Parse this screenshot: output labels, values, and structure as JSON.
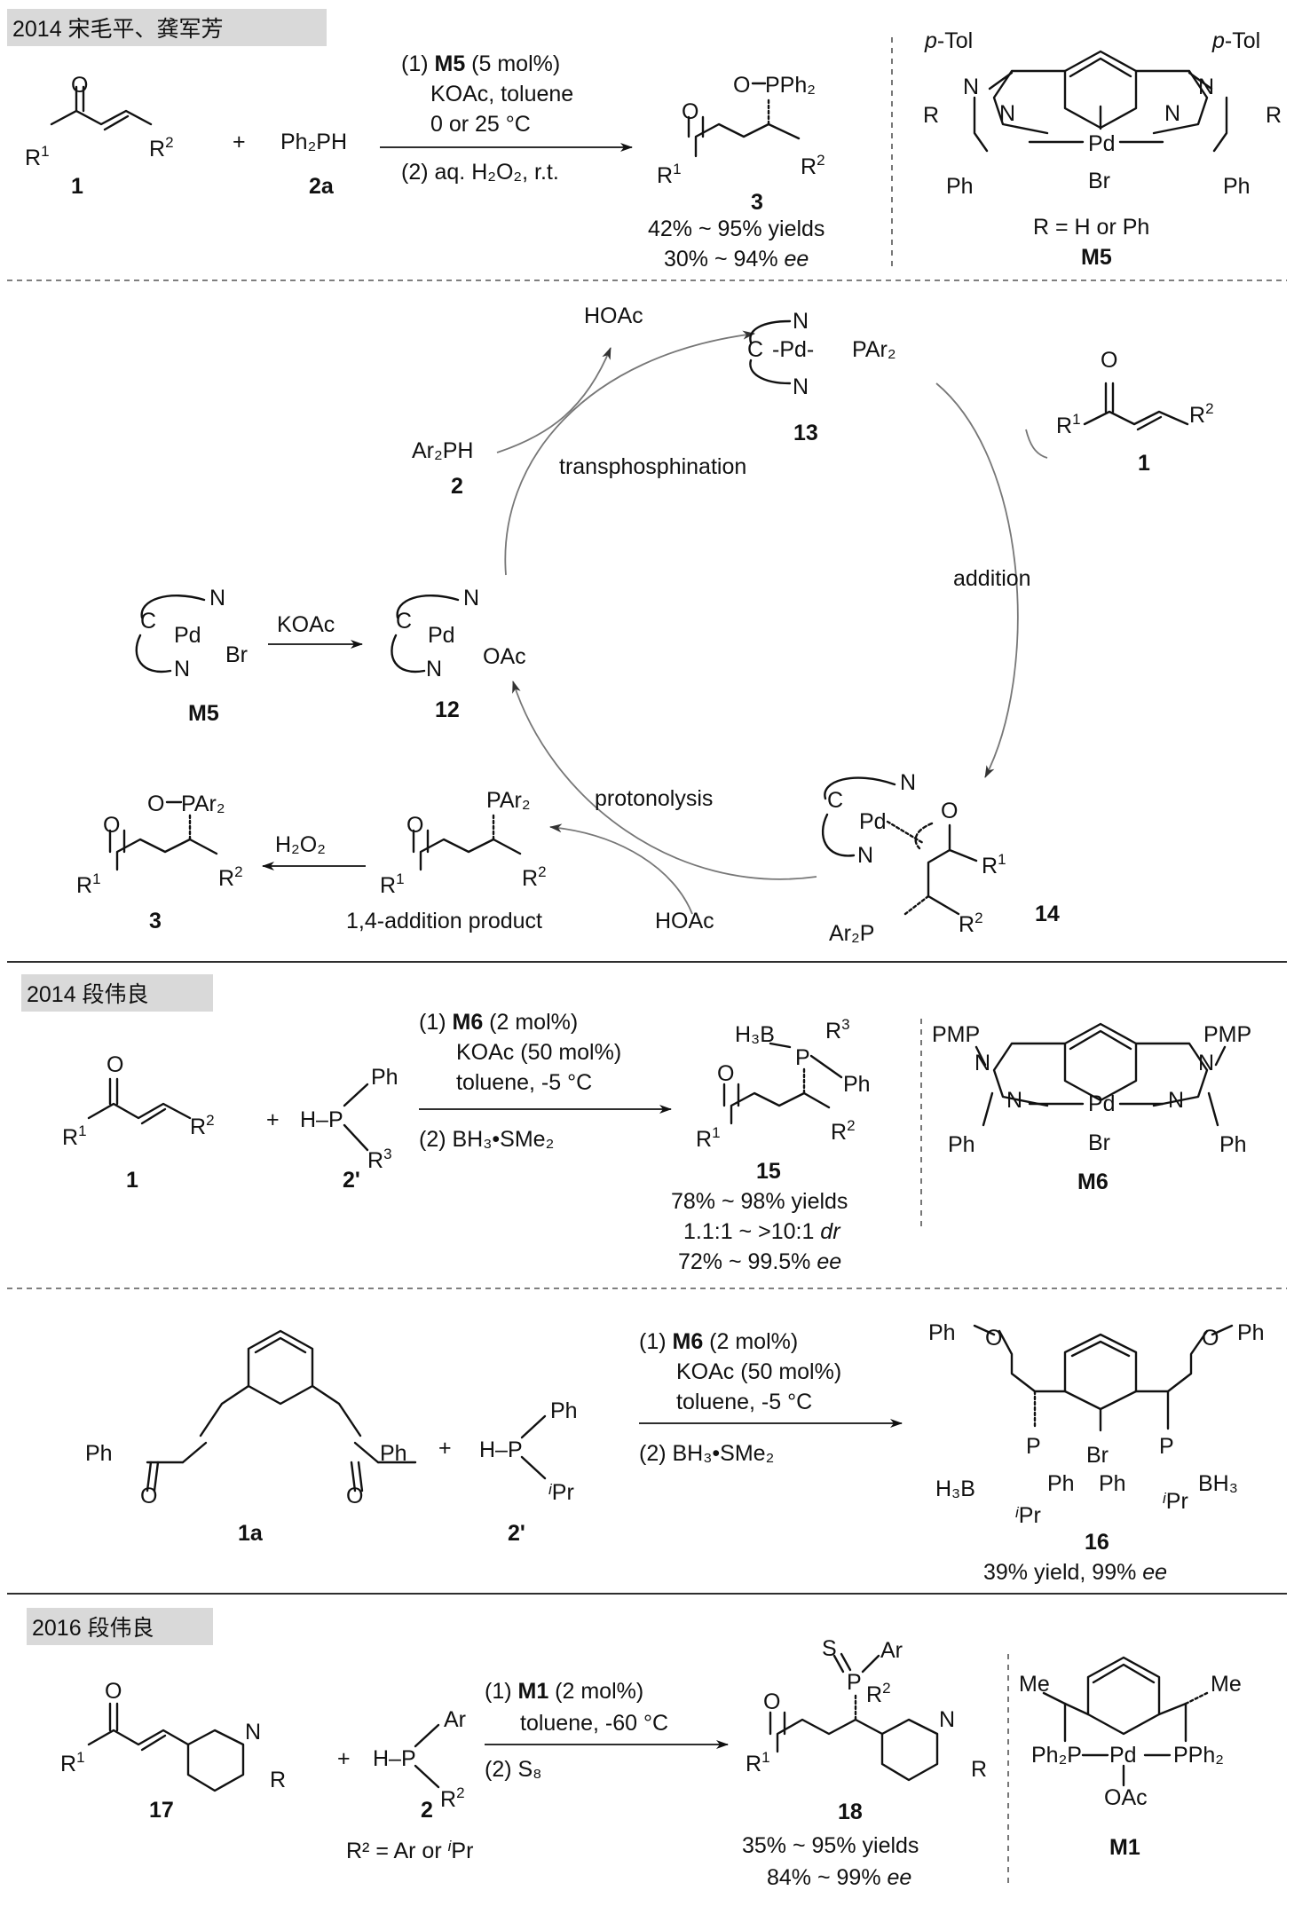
{
  "sections": [
    {
      "header": "2014 宋毛平、龚军芳"
    },
    {
      "header": "2014 段伟良"
    },
    {
      "header": "2016 段伟良"
    }
  ],
  "scheme1": {
    "label_1": "1",
    "label_2a": "2a",
    "label_3": "3",
    "reagent_2a": "Ph₂PH",
    "plus": "+",
    "cond_line1_pre": "(1) ",
    "cond_line1_bold": "M5",
    "cond_line1_post": " (5 mol%)",
    "cond_line2": "KOAc, toluene",
    "cond_line3": "0 or 25 °C",
    "cond_line4": "(2) aq. H₂O₂, r.t.",
    "product_group": "PPh₂",
    "yield": "42% ~ 95% yields",
    "ee_val": "30% ~ 94% ",
    "ee_unit": "ee",
    "cat_name": "M5",
    "cat_note": "R = H or Ph",
    "cat_ptol": "p-Tol",
    "cat_atoms": {
      "N": "N",
      "Pd": "Pd",
      "Br": "Br",
      "Ph": "Ph",
      "R": "R"
    }
  },
  "cycle": {
    "hoac_top": "HOAc",
    "int13": "13",
    "int12": "12",
    "int14": "14",
    "m5": "M5",
    "ar2ph": "Ar₂PH",
    "label_2": "2",
    "transphosphination": "transphosphination",
    "addition": "addition",
    "protonolysis": "protonolysis",
    "koac": "KOAc",
    "h2o2": "H₂O₂",
    "hoac_bottom": "HOAc",
    "addition_product": "1,4-addition product",
    "label_1": "1",
    "label_3": "3",
    "par2": "PAr₂",
    "opar2": "PAr₂",
    "ar2p": "Ar₂P",
    "c13": "C",
    "pd": "Pd",
    "n": "N",
    "br": "Br",
    "oac": "OAc",
    "c": "C",
    "o": "O"
  },
  "scheme2": {
    "label_1": "1",
    "label_2p": "2'",
    "label_15": "15",
    "cond_line1_pre": "(1) ",
    "cond_line1_bold": "M6",
    "cond_line1_post": " (2 mol%)",
    "cond_line2": "KOAc (50 mol%)",
    "cond_line3": "toluene, -5 °C",
    "cond_line4": "(2) BH₃•SMe₂",
    "yield": "78% ~ 98% yields",
    "dr_val": "1.1:1 ~ >10:1 ",
    "dr_unit": "dr",
    "ee_val": "72% ~ 99.5% ",
    "ee_unit": "ee",
    "cat_name": "M6",
    "pmp": "PMP",
    "ph": "Ph",
    "h3b": "H₃B",
    "r3": "R³"
  },
  "scheme3": {
    "label_1a": "1a",
    "label_2p": "2'",
    "label_16": "16",
    "cond_line1_pre": "(1) ",
    "cond_line1_bold": "M6",
    "cond_line1_post": " (2 mol%)",
    "cond_line2": "KOAc (50 mol%)",
    "cond_line3": "toluene, -5 °C",
    "cond_line4": "(2) BH₃•SMe₂",
    "result_pre": "39% yield, 99% ",
    "result_unit": "ee",
    "ph": "Ph",
    "ipr": "Pr",
    "i": "i",
    "br": "Br",
    "h3b": "H₃B",
    "bh3": "BH₃"
  },
  "scheme4": {
    "label_17": "17",
    "label_2": "2",
    "label_18": "18",
    "r2_note_pre": "R² = Ar or ",
    "r2_note_i": "i",
    "r2_note_post": "Pr",
    "cond_line1_pre": "(1) ",
    "cond_line1_bold": "M1",
    "cond_line1_post": " (2 mol%)",
    "cond_line2": "toluene, -60 °C",
    "cond_line3": "(2) S₈",
    "yield": "35% ~ 95% yields",
    "ee_val": "84% ~ 99% ",
    "ee_unit": "ee",
    "cat_name": "M1",
    "me": "Me",
    "ph2p": "Ph₂P",
    "pph2": "PPh₂",
    "pd": "Pd",
    "oac": "OAc",
    "s": "S",
    "ar": "Ar"
  }
}
